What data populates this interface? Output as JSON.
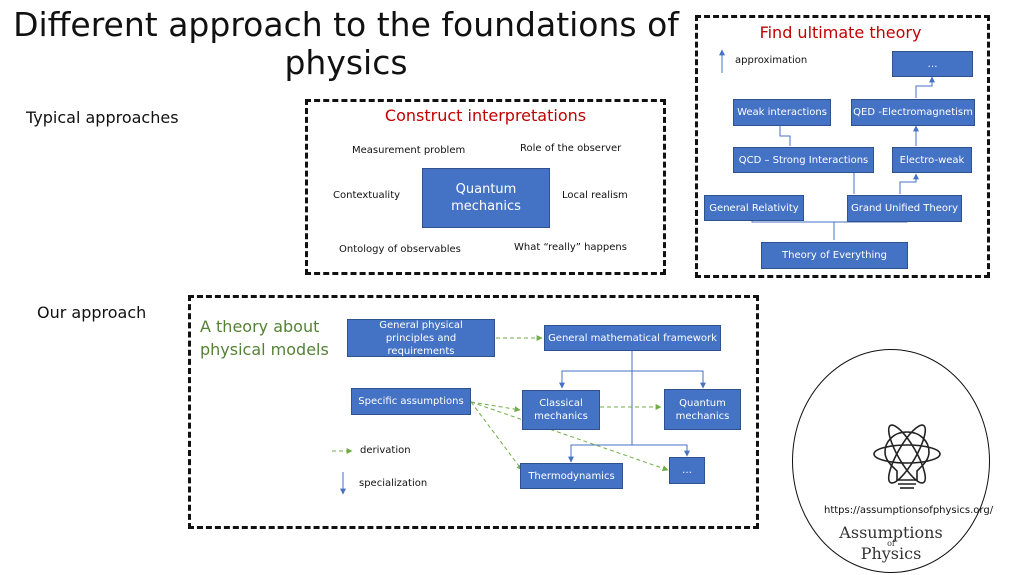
{
  "title": "Different approach to the foundations of physics",
  "left_labels": {
    "typical": "Typical approaches",
    "ours": "Our approach"
  },
  "interpretations": {
    "heading": "Construct interpretations",
    "center": "Quantum mechanics",
    "items": [
      "Measurement problem",
      "Role of the observer",
      "Contextuality",
      "Local realism",
      "Ontology of observables",
      "What “really” happens"
    ]
  },
  "ultimate": {
    "heading": "Find ultimate theory",
    "legend": "approximation",
    "boxes": [
      "…",
      "Weak interactions",
      "QED -Electromagnetism",
      "QCD – Strong Interactions",
      "Electro-weak",
      "General Relativity",
      "Grand Unified Theory",
      "Theory of Everything"
    ]
  },
  "models": {
    "heading": "A theory about physical models",
    "boxes": [
      "General physical principles and requirements",
      "General mathematical framework",
      "Specific assumptions",
      "Classical mechanics",
      "Quantum mechanics",
      "Thermodynamics",
      "…"
    ],
    "legend_derivation": "derivation",
    "legend_specialization": "specialization"
  },
  "logo": {
    "url": "https://assumptionsofphysics.org/",
    "name_top": "Assumptions",
    "name_of": "of",
    "name_bottom": "Physics",
    "icon": "lightbulb-atom-icon"
  },
  "colors": {
    "box": "#4472c4",
    "red": "#c00000",
    "green": "#548235"
  }
}
